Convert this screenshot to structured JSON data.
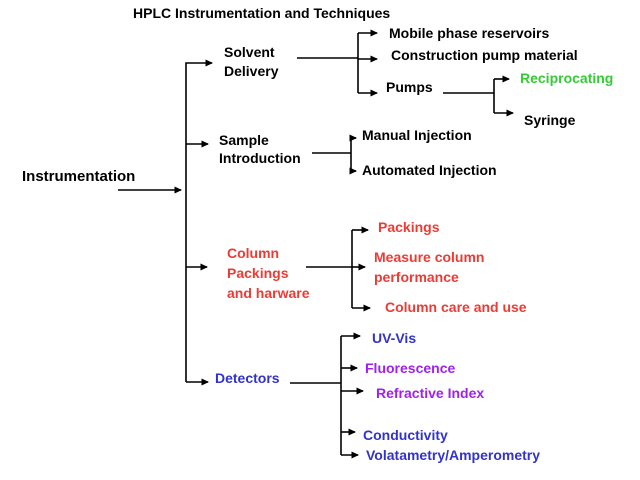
{
  "title": "HPLC Instrumentation and Techniques",
  "root": {
    "label": "Instrumentation"
  },
  "colors": {
    "black": "#000000",
    "red": "#ee3a33",
    "green": "#33cc33",
    "blue": "#3232cd",
    "purple": "#a020f0"
  },
  "branches": [
    {
      "label": "Solvent\nDelivery",
      "children": [
        {
          "label": "Mobile phase reservoirs"
        },
        {
          "label": "Construction pump material"
        },
        {
          "label": "Pumps",
          "children": [
            {
              "label": "Reciprocating"
            },
            {
              "label": "Syringe"
            }
          ]
        }
      ]
    },
    {
      "label": "Sample\nIntroduction",
      "children": [
        {
          "label": "Manual Injection"
        },
        {
          "label": "Automated Injection"
        }
      ]
    },
    {
      "label": "Column\nPackings\nand harware",
      "children": [
        {
          "label": "Packings"
        },
        {
          "label": "Measure column\nperformance"
        },
        {
          "label": "Column care and use"
        }
      ]
    },
    {
      "label": "Detectors",
      "children": [
        {
          "label": "UV-Vis"
        },
        {
          "label": "Fluorescence"
        },
        {
          "label": "Refractive Index"
        },
        {
          "label": "Conductivity"
        },
        {
          "label": "Volatametry/Amperometry"
        }
      ]
    }
  ]
}
